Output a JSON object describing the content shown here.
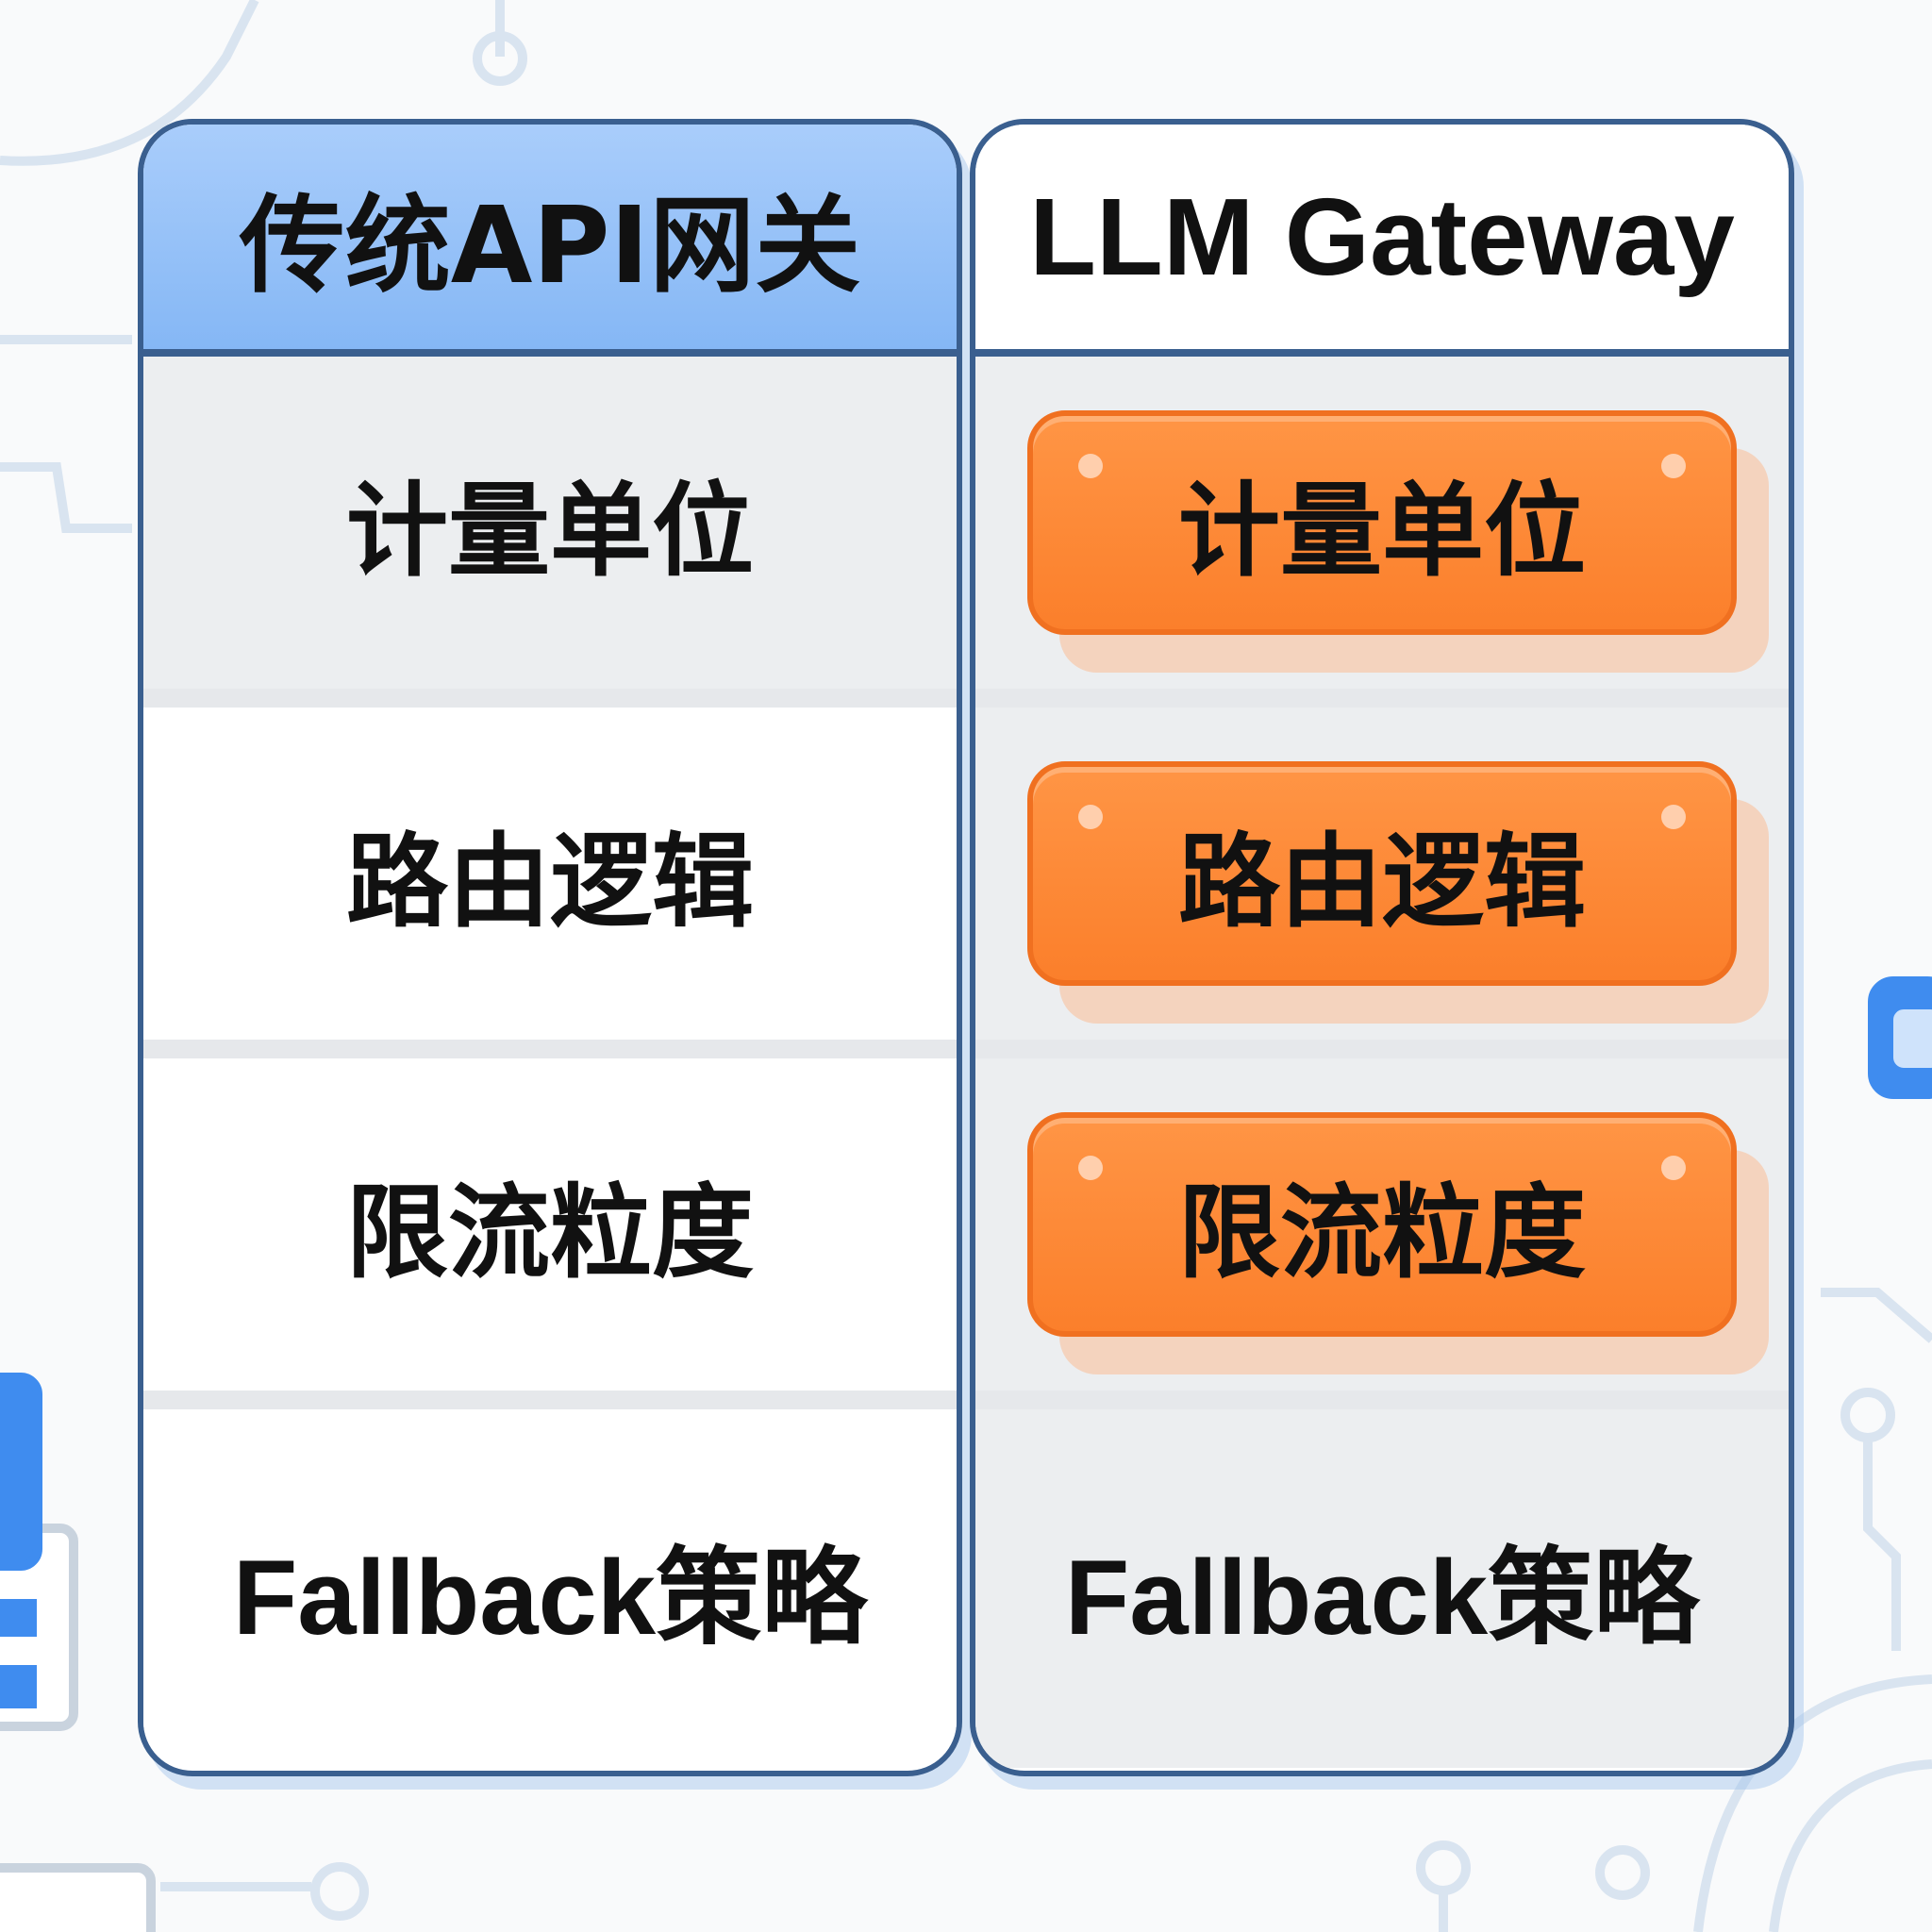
{
  "left": {
    "title": "传统API网关",
    "rows": [
      "计量单位",
      "路由逻辑",
      "限流粒度",
      "Fallback策略"
    ]
  },
  "right": {
    "title": "LLM Gateway",
    "rows": [
      "计量单位",
      "路由逻辑",
      "限流粒度",
      "Fallback策略"
    ],
    "highlighted": [
      true,
      true,
      true,
      false
    ]
  },
  "colors": {
    "left_header": "#8fbdf7",
    "highlight": "#fb8530",
    "border": "#3a5f8f"
  }
}
